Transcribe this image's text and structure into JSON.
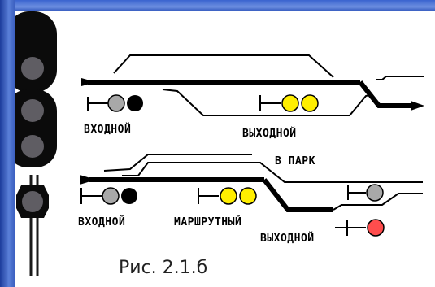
{
  "figure_caption": "Рис. 2.1.б",
  "labels": {
    "top_entry": "ВХОДНОЙ",
    "top_exit": "ВЫХОДНОЙ",
    "park": "В ПАРК",
    "bottom_entry": "ВХОДНОЙ",
    "route": "МАРШРУТНЫЙ",
    "bottom_exit": "ВЫХОДНОЙ"
  },
  "colors": {
    "yellow_lamp": "#ffee00",
    "red_lamp": "#ff4d4d",
    "lunar_white_lamp": "#a8a8a8",
    "dark_lamp": "#000000",
    "signal_housing": "#0b0b0b",
    "signal_lens_off": "#5f5d63"
  }
}
